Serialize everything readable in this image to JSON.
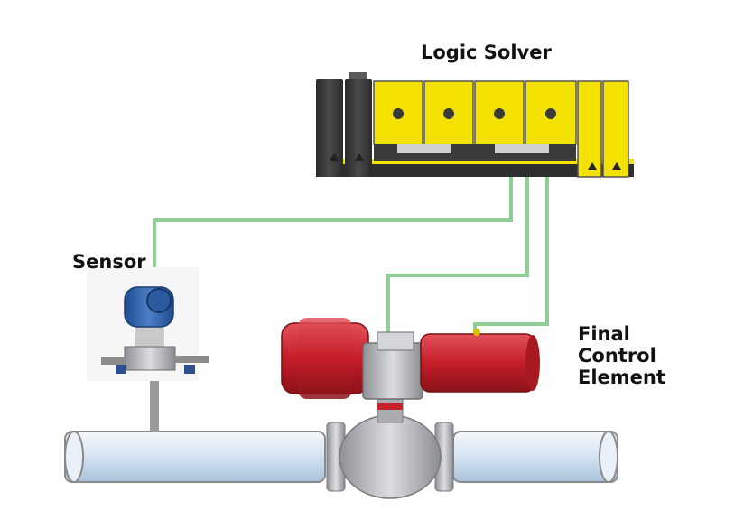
{
  "labels": {
    "logic_solver": "Logic Solver",
    "sensor": "Sensor",
    "final_control_element_line1": "Final",
    "final_control_element_line2": "Control",
    "final_control_element_line3": "Element"
  },
  "colors": {
    "wire": "#8fcf95",
    "module_yellow": "#f3e200",
    "module_dark": "#3c3c3c",
    "actuator_red": "#c8202a",
    "pipe": "#cfe0ef",
    "sensor_blue": "#2f5fa8",
    "valve_steel": "#b9bcc2"
  },
  "icons": [
    "warning-triangle-icon"
  ]
}
